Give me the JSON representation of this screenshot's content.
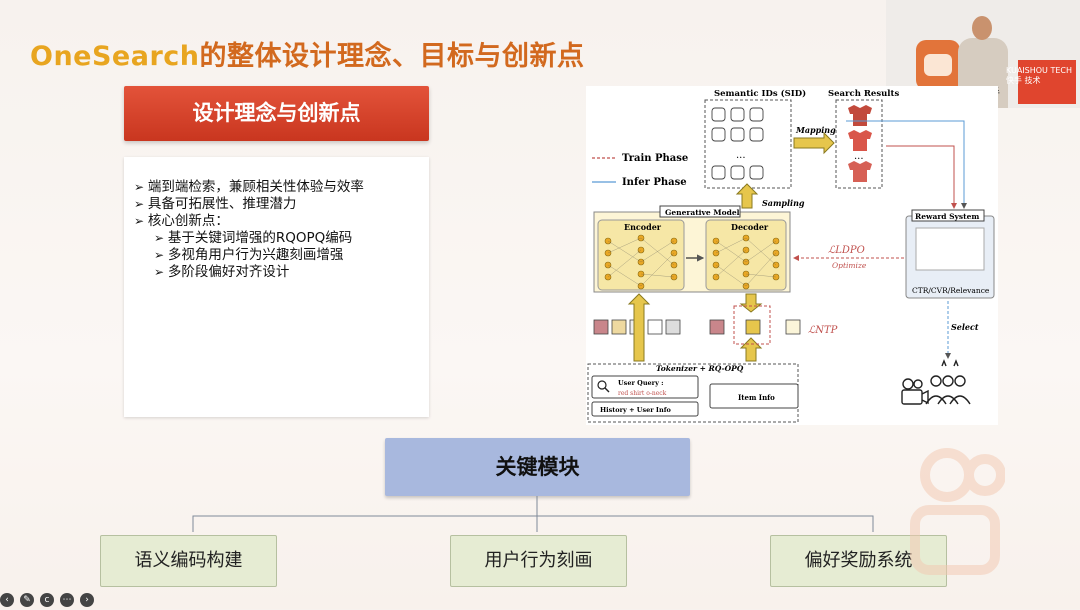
{
  "slide": {
    "title_latin": "OneSearch",
    "title_cn": "的整体设计理念、目标与创新点",
    "section_header": "设计理念与创新点",
    "bullets": [
      "端到端检索，兼顾相关性体验与效率",
      "具备可拓展性、推理潜力",
      "核心创新点："
    ],
    "sub_bullets": [
      "基于关键词增强的RQOPQ编码",
      "多视角用户行为兴趣刻画增强",
      "多阶段偏好对齐设计"
    ],
    "key_module": "关键模块",
    "modules": [
      "语义编码构建",
      "用户行为刻画",
      "偏好奖励系统"
    ]
  },
  "diagram": {
    "semantic_ids": "Semantic IDs (SID)",
    "search_results": "Search Results",
    "mapping": "Mapping",
    "train_phase": "Train Phase",
    "infer_phase": "Infer Phase",
    "sampling": "Sampling",
    "generative_model": "Generative Model",
    "encoder": "Encoder",
    "decoder": "Decoder",
    "loss_ldpo": "ℒLDPO",
    "optimize": "Optimize",
    "reward_system": "Reward System",
    "reward_metrics": "CTR/CVR/Relevance",
    "select": "Select",
    "loss_ntp": "ℒNTP",
    "tokenizer": "Tokenizer + RQ-OPQ",
    "user_query": "User Query :",
    "query_text": "red shirt o-neck",
    "history": "History + User Info",
    "item_info": "Item Info",
    "dots": "..."
  },
  "webcam": {
    "sign_text": "KUAISHOU TECH",
    "sign_cn": "快手 技术",
    "logo": "快手"
  },
  "colors": {
    "title_gold": "#e8a520",
    "header_red": "#d2432b",
    "key_blue": "#a8b8de",
    "leaf_green": "#e6ecd3"
  }
}
